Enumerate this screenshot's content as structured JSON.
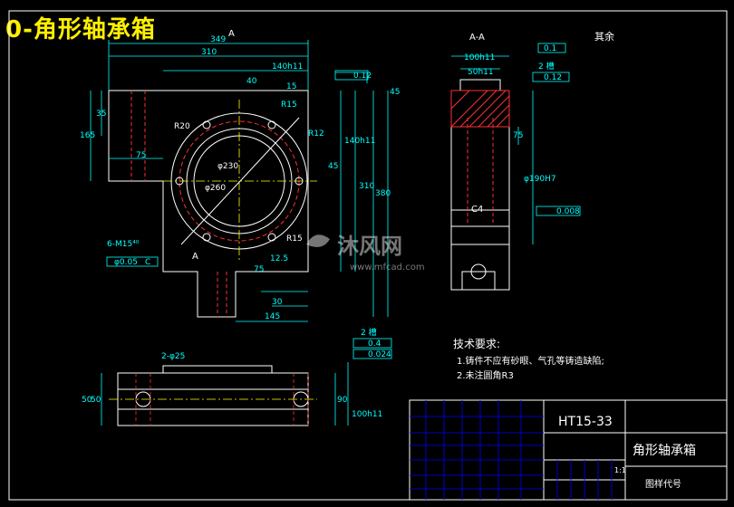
{
  "title": "0-角形轴承箱",
  "watermark": {
    "brand": "沐风网",
    "url": "www.mfcad.com"
  },
  "drawing": {
    "section_label": "A-A",
    "section_marker": "A",
    "roughness_other": "其余",
    "dims_top": [
      "310",
      "349",
      "140h11",
      "40",
      "0.12",
      "15",
      "45",
      "R15"
    ],
    "dims_left": [
      "35",
      "165",
      "75",
      "R20"
    ],
    "dims_right": [
      "R12",
      "140h11",
      "45",
      "310",
      "380",
      "R15"
    ],
    "dims_main": [
      "φ230",
      "φ260"
    ],
    "dims_bottom": [
      "75",
      "30",
      "145",
      "12.5"
    ],
    "hole_note": "6-M15⁴⁰",
    "position_tol": "φ0.05",
    "datum_c": "C",
    "side_view": [
      "100h11",
      "50h11",
      "0.1",
      "2 槽",
      "0.12",
      "C4",
      "φ190H7",
      "0.008",
      "75"
    ],
    "bottom_view": [
      "2-φ25",
      "50",
      "90",
      "100h11",
      "50",
      "2 槽",
      "0.4",
      "0.024"
    ],
    "material": "HT15-33",
    "part_name": "角形轴承箱",
    "drawing_code": "图样代号",
    "scale": "1:1",
    "tech_req": {
      "heading": "技术要求:",
      "items": [
        "1.铸件不应有砂眼、气孔等铸造缺陷;",
        "2.未注圆角R3"
      ]
    }
  }
}
